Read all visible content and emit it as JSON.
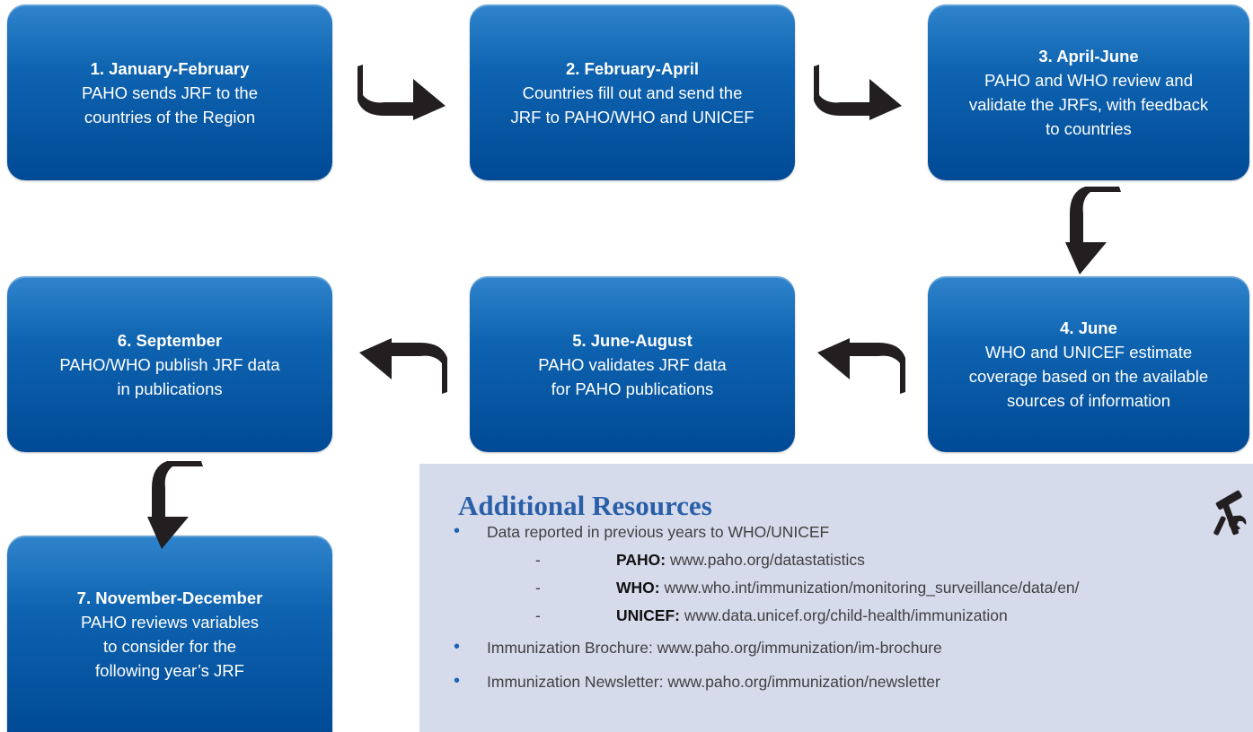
{
  "steps": [
    {
      "title": "1. January-February",
      "lines": [
        "PAHO sends JRF to the",
        "countries of the Region"
      ]
    },
    {
      "title": "2. February-April",
      "lines": [
        "Countries fill out and send the",
        "JRF to PAHO/WHO and UNICEF"
      ]
    },
    {
      "title": "3. April-June",
      "lines": [
        "PAHO and WHO review and",
        "validate the JRFs, with feedback",
        "to countries"
      ]
    },
    {
      "title": "4. June",
      "lines": [
        "WHO and UNICEF estimate",
        "coverage based on the available",
        "sources of information"
      ]
    },
    {
      "title": "5. June-August",
      "lines": [
        "PAHO validates JRF data",
        "for PAHO publications"
      ]
    },
    {
      "title": "6. September",
      "lines": [
        "PAHO/WHO publish JRF data",
        "in publications"
      ]
    },
    {
      "title": "7. November-December",
      "lines": [
        "PAHO reviews variables",
        "to consider for the",
        "following year’s JRF"
      ]
    }
  ],
  "resources": {
    "heading": "Additional Resources",
    "items": [
      {
        "text": "Data reported in previous years to WHO/UNICEF"
      },
      {
        "text": "Immunization Brochure: www.paho.org/immunization/im-brochure"
      },
      {
        "text": "Immunization Newsletter: www.paho.org/immunization/newsletter"
      }
    ],
    "subitems": [
      {
        "dash": "-",
        "label": "PAHO:",
        "url": "www.paho.org/datastatistics"
      },
      {
        "dash": "-",
        "label": "WHO:",
        "url": "www.who.int/immunization/monitoring_surveillance/data/en/"
      },
      {
        "dash": "-",
        "label": "UNICEF:",
        "url": "www.data.unicef.org/child-health/immunization"
      }
    ]
  },
  "colors": {
    "box_top": "#2f84cc",
    "box_bottom": "#004a96",
    "arrow": "#231f20",
    "panel": "#d6dbec",
    "heading": "#2a5fa8",
    "bullet": "#1e63b3"
  },
  "icons": [
    "tools-icon",
    "arrow-right-icon",
    "arrow-left-icon",
    "arrow-down-icon"
  ]
}
